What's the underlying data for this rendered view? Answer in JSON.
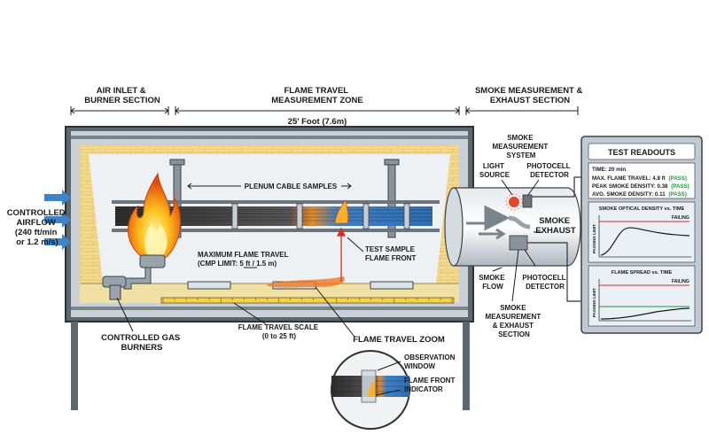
{
  "zones": {
    "air_inlet": [
      "AIR INLET &",
      "BURNER SECTION"
    ],
    "flame_travel": [
      "FLAME TRAVEL",
      "MEASUREMENT ZONE"
    ],
    "smoke_measurement": [
      "SMOKE MEASUREMENT &",
      "EXHAUST SECTION"
    ],
    "length": "25' Foot (7.6m)"
  },
  "labels": {
    "controlled_airflow": [
      "CONTROLLED",
      "AIRFLOW",
      "(240 ft/min",
      "or 1.2 m/s)"
    ],
    "plenum_cable_samples": "PLENUM CABLE SAMPLES",
    "max_flame_travel": [
      "MAXIMUM FLAME TRAVEL",
      "(CMP LIMIT: 5 ft / 1.5 m)"
    ],
    "test_sample_flame_front": [
      "TEST SAMPLE",
      "FLAME FRONT"
    ],
    "controlled_gas_burners": [
      "CONTROLLED GAS",
      "BURNERS"
    ],
    "flame_travel_scale": [
      "FLAME TRAVEL SCALE",
      "(0 to 25 ft)"
    ],
    "flame_travel_zoom": "FLAME TRAVEL ZOOM",
    "observation_window": [
      "OBSERVATION",
      "WINDOW"
    ],
    "flame_front_indicator": [
      "FLAME FRONT",
      "INDICATOR"
    ],
    "smoke_measurement_system": [
      "SMOKE",
      "MEASUREMENT",
      "SYSTEM"
    ],
    "light_source": [
      "LIGHT",
      "SOURCE"
    ],
    "photocell_detector_top": [
      "PHOTOCELL",
      "DETECTOR"
    ],
    "smoke_exhaust": [
      "SMOKE",
      "EXHAUST"
    ],
    "smoke_flow": [
      "SMOKE",
      "FLOW"
    ],
    "photocell_detector_bottom": [
      "PHOTOCELL",
      "DETECTOR"
    ],
    "smoke_measurement_exhaust_section": [
      "SMOKE",
      "MEASUREMENT",
      "& EXHAUST",
      "SECTION"
    ]
  },
  "readouts": {
    "title": "TEST READOUTS",
    "time": "TIME: 20 min",
    "max_flame_travel": "MAX. FLAME TRAVEL: 4.8 ft",
    "max_flame_travel_status": "(PASS)",
    "peak_smoke_density": "PEAK SMOKE DENSITY: 0.38",
    "peak_smoke_density_status": "(PASS)",
    "avg_smoke_density": "AVG. SMOKE DENSITY: 0.11",
    "avg_smoke_density_status": "(PASS)",
    "chart1": {
      "title": "SMOKE OPTICAL DENSITY vs. TIME",
      "ylabel": "PASSING LIMIT",
      "failing_label": "FAILING"
    },
    "chart2": {
      "title": "FLAME SPREAD vs. TIME",
      "ylabel": "PASSING LIMIT",
      "failing_label": "FAILING"
    }
  },
  "colors": {
    "steel": "#4a5560",
    "steel_light": "#c9d0d6",
    "insulation": "#f4e2a8",
    "firebrick": "#e9c77a",
    "panel_bg": "#dfe7ee",
    "pass": "#1e9a3c",
    "cable_blue": "#3f7fc4",
    "flame_orange": "#f08a1c"
  }
}
